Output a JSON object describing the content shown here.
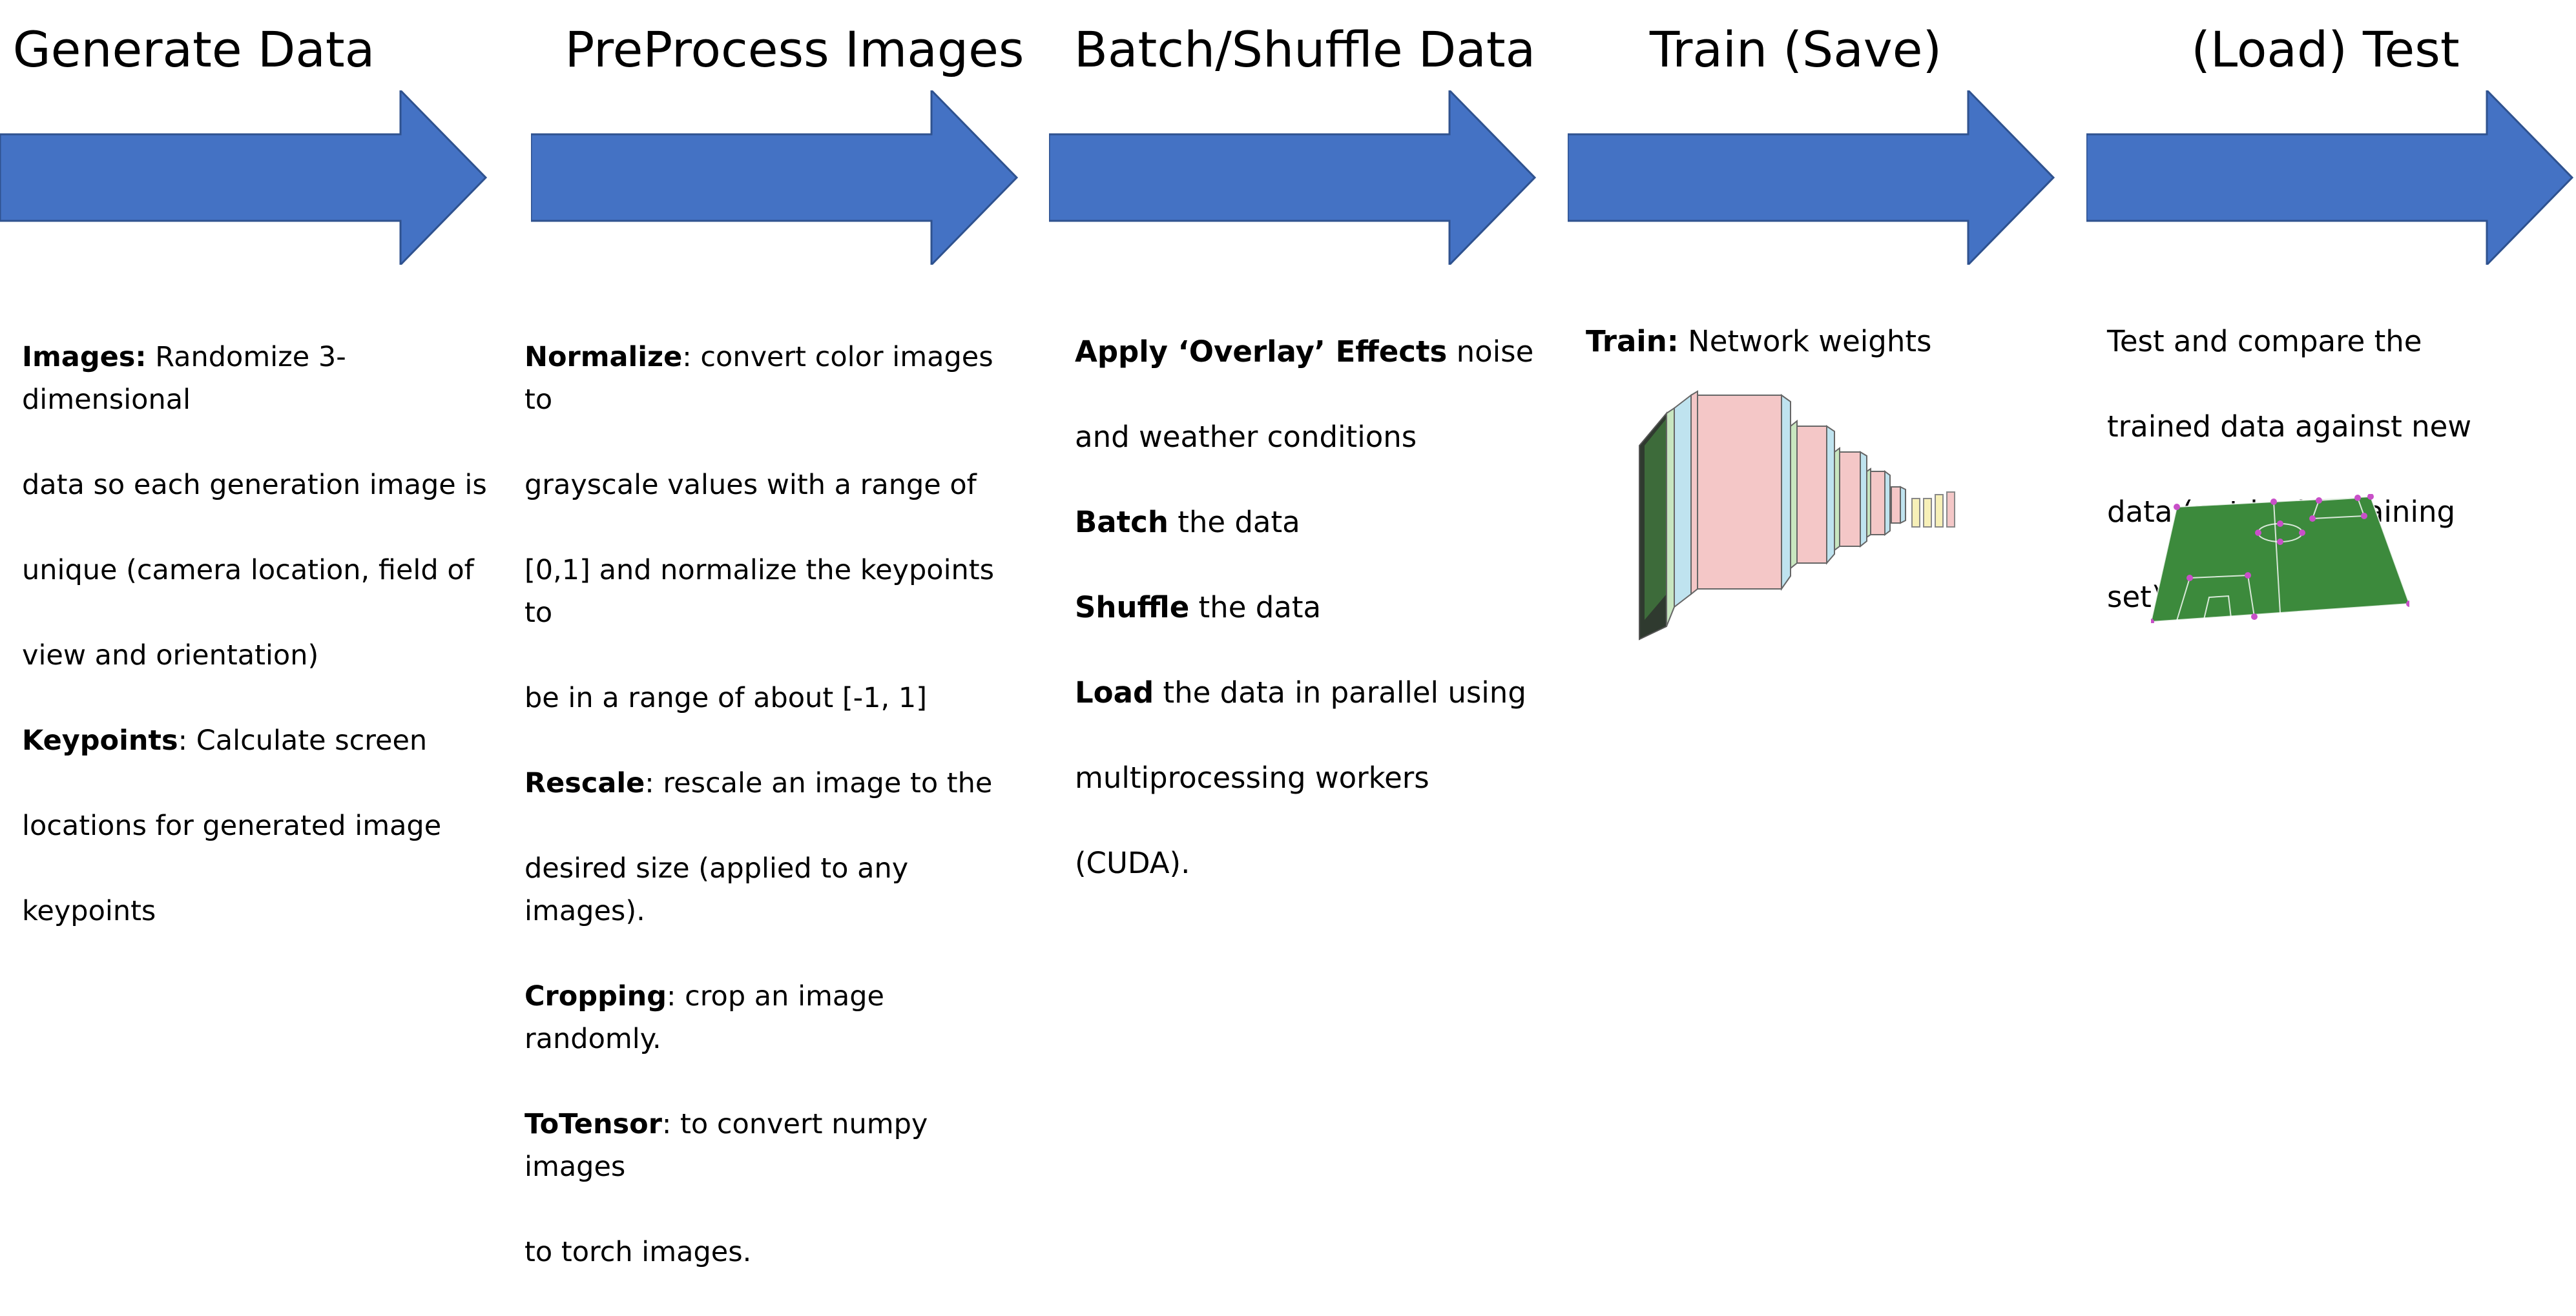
{
  "stages": [
    {
      "title": "Generate Data",
      "lines": [
        {
          "bold": "Images:",
          "rest": " Randomize 3-dimensional"
        },
        {
          "bold": "",
          "rest": "data so each generation image is"
        },
        {
          "bold": "",
          "rest": "unique (camera location, field of"
        },
        {
          "bold": "",
          "rest": "view and orientation)"
        },
        {
          "bold": "Keypoints",
          "rest": ": Calculate screen"
        },
        {
          "bold": "",
          "rest": "locations for generated image"
        },
        {
          "bold": "",
          "rest": "keypoints"
        }
      ]
    },
    {
      "title": "PreProcess Images",
      "lines": [
        {
          "bold": "Normalize",
          "rest": ": convert color images to"
        },
        {
          "bold": "",
          "rest": "grayscale values with a range of"
        },
        {
          "bold": "",
          "rest": "[0,1] and normalize the keypoints to"
        },
        {
          "bold": "",
          "rest": "be in a range of about [-1, 1]"
        },
        {
          "bold": "Rescale",
          "rest": ": rescale an image to the"
        },
        {
          "bold": "",
          "rest": "desired size (applied to any images)."
        },
        {
          "bold": "Cropping",
          "rest": ": crop an image randomly."
        },
        {
          "bold": "ToTensor",
          "rest": ": to convert numpy images"
        },
        {
          "bold": "",
          "rest": "to torch images."
        }
      ]
    },
    {
      "title": "Batch/Shuffle Data",
      "lines": [
        {
          "bold": "Apply ‘Overlay’ Effects",
          "rest": " noise"
        },
        {
          "bold": "",
          "rest": "and weather conditions"
        },
        {
          "bold": "Batch",
          "rest": " the data"
        },
        {
          "bold": "Shuffle",
          "rest": " the data"
        },
        {
          "bold": "Load",
          "rest": " the data in parallel using"
        },
        {
          "bold": "",
          "rest": "multiprocessing workers"
        },
        {
          "bold": "",
          "rest": "(CUDA)."
        }
      ]
    },
    {
      "title": "Train (Save)",
      "lines": [
        {
          "bold": "Train:",
          "rest": " Network weights"
        }
      ]
    },
    {
      "title": "(Load) Test",
      "lines": [
        {
          "bold": "",
          "rest": "Test and compare the"
        },
        {
          "bold": "",
          "rest": "trained data against new"
        },
        {
          "bold": "",
          "rest": "data (not in the training"
        },
        {
          "bold": "",
          "rest": "set)"
        }
      ]
    }
  ],
  "colors": {
    "arrow_fill": "#4472c4",
    "arrow_stroke": "#2f528f",
    "cnn_pink": "#f4c7c7",
    "cnn_blue": "#bfe3ef",
    "cnn_green": "#c8e6c0",
    "cnn_yellow": "#f7f0b8",
    "field_green": "#3c8a3c",
    "keypoint": "#c850c8"
  },
  "icons": {
    "train": "cnn-architecture-diagram",
    "test": "soccer-field-keypoints"
  }
}
